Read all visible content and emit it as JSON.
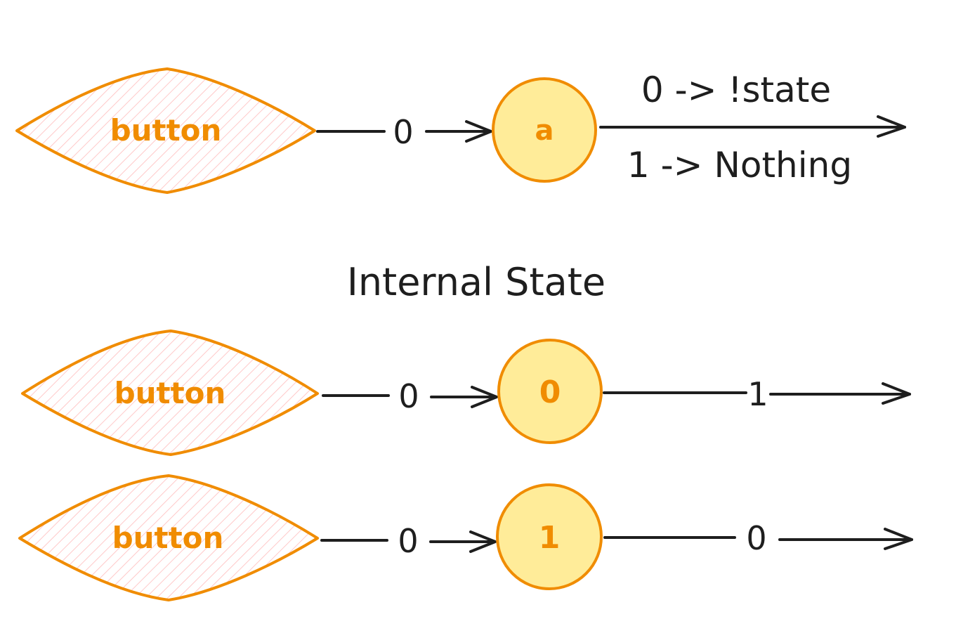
{
  "colors": {
    "stroke": "#1e1e1e",
    "node_stroke": "#f08c00",
    "node_fill": "#ffec99",
    "hatch": "#ffc9c9",
    "background": "#ffffff"
  },
  "top_row": {
    "source_label": "button",
    "input_edge_label": "0",
    "node_label": "a",
    "output_label_above": "0 -> !state",
    "output_label_below": "1 -> Nothing"
  },
  "section_title": "Internal State",
  "rows": [
    {
      "source_label": "button",
      "input_edge_label": "0",
      "node_label": "0",
      "output_edge_label": "1"
    },
    {
      "source_label": "button",
      "input_edge_label": "0",
      "node_label": "1",
      "output_edge_label": "0"
    }
  ]
}
